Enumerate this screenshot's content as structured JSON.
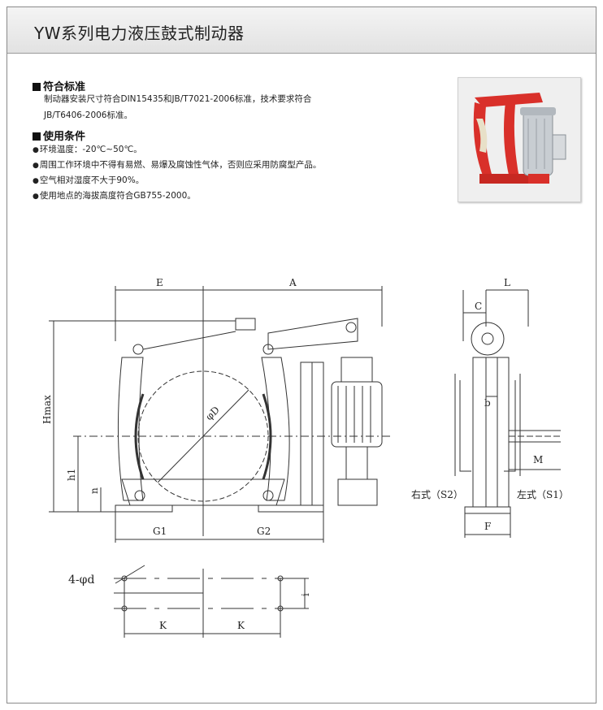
{
  "header": {
    "title": "YW系列电力液压鼓式制动器"
  },
  "standards": {
    "heading": "符合标准",
    "line1": "制动器安装尺寸符合DIN15435和JB/T7021-2006标准，技术要求符合",
    "line2": "JB/T6406-2006标准。"
  },
  "conditions": {
    "heading": "使用条件",
    "items": [
      "环境温度：-20℃~50℃。",
      "周围工作环境中不得有易燃、易爆及腐蚀性气体，否则应采用防腐型产品。",
      "空气相对湿度不大于90%。",
      "使用地点的海拔高度符合GB755-2000。"
    ]
  },
  "drawing": {
    "E": "E",
    "A": "A",
    "Hmax": "Hmax",
    "D": "φD",
    "h1": "h1",
    "n": "n",
    "G1": "G1",
    "G2": "G2",
    "L": "L",
    "C": "C",
    "b": "b",
    "M": "M",
    "F": "F",
    "right_type": "右式（S2）",
    "left_type": "左式（S1）",
    "holes": "4-φd",
    "K1": "K",
    "K2": "K",
    "i": "i"
  },
  "colors": {
    "brake_red": "#d9302a",
    "motor_gray": "#c8cdd2"
  }
}
